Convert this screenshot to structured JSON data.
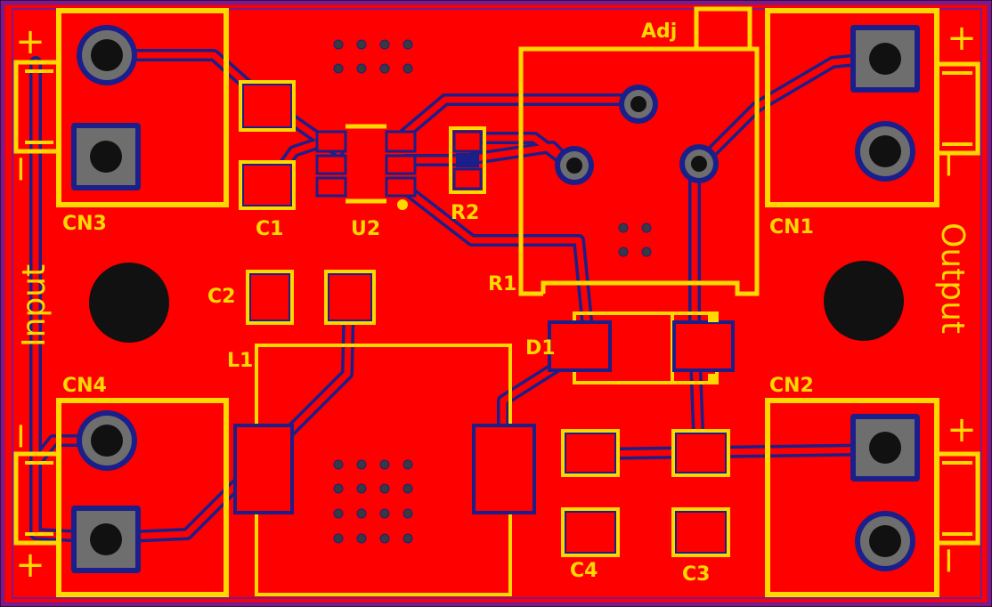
{
  "board": {
    "colors": {
      "background": "#000000",
      "board_edge": "#7a1a8c",
      "copper": "#ff0000",
      "trace": "#1b1f8a",
      "silkscreen": "#ffd800",
      "pad": "#6e6e6e",
      "drill": "#111111",
      "via": "#3a3a3a"
    }
  },
  "labels": {
    "cn3": "CN3",
    "cn4": "CN4",
    "cn1": "CN1",
    "cn2": "CN2",
    "c1": "C1",
    "c2": "C2",
    "c3": "C3",
    "c4": "C4",
    "u2": "U2",
    "r1": "R1",
    "r2": "R2",
    "l1": "L1",
    "d1": "D1",
    "adj": "Adj",
    "input": "Input",
    "output": "Output",
    "plus": "+",
    "minus": "−"
  }
}
